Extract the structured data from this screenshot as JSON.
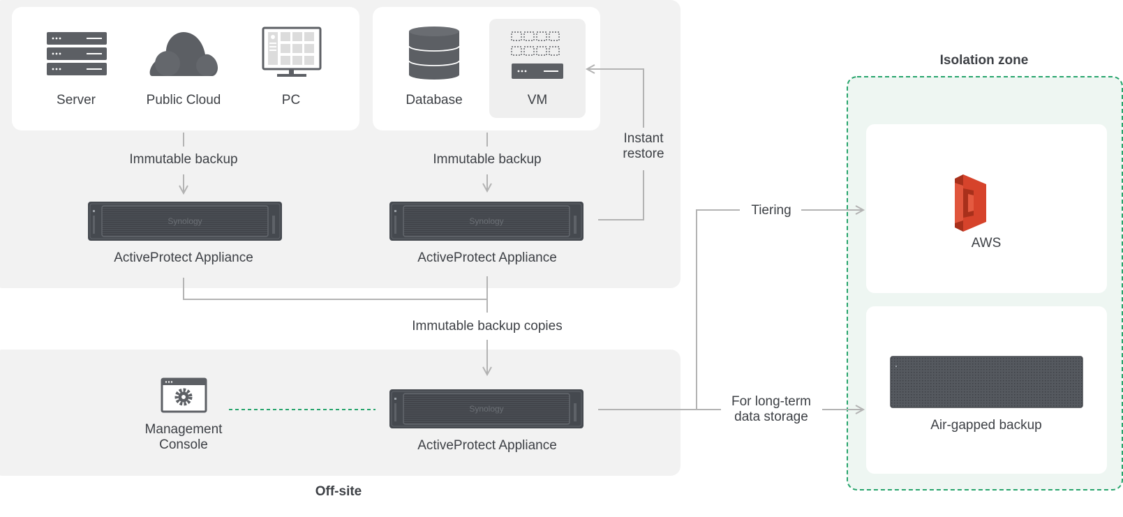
{
  "colors": {
    "panel_bg": "#f2f2f2",
    "card_bg": "#ffffff",
    "vm_bg": "#efefef",
    "icon_dark": "#5c5f64",
    "appliance": "#45494f",
    "line": "#b3b3b3",
    "dashed_green": "#26a46b",
    "isolation_bg": "#eef6f2",
    "aws_red": "#d6432b"
  },
  "sources_left": {
    "items": [
      {
        "label": "Server",
        "icon": "server-rack-icon"
      },
      {
        "label": "Public Cloud",
        "icon": "cloud-icon"
      },
      {
        "label": "PC",
        "icon": "monitor-icon"
      }
    ]
  },
  "sources_right": {
    "items": [
      {
        "label": "Database",
        "icon": "database-icon"
      },
      {
        "label": "VM",
        "icon": "virtual-machine-icon"
      }
    ]
  },
  "flows": {
    "immutable_backup_left": "Immutable backup",
    "immutable_backup_right": "Immutable backup",
    "instant_restore": "Instant\nrestore",
    "immutable_backup_copies": "Immutable backup copies",
    "tiering": "Tiering",
    "long_term": "For long-term\ndata storage"
  },
  "appliances": {
    "left": "ActiveProtect Appliance",
    "right": "ActiveProtect Appliance",
    "offsite": "ActiveProtect Appliance",
    "brand": "Synology"
  },
  "offsite": {
    "label": "Off-site",
    "console": "Management\nConsole"
  },
  "isolation": {
    "title": "Isolation zone",
    "aws": "AWS",
    "airgap": "Air-gapped backup"
  }
}
